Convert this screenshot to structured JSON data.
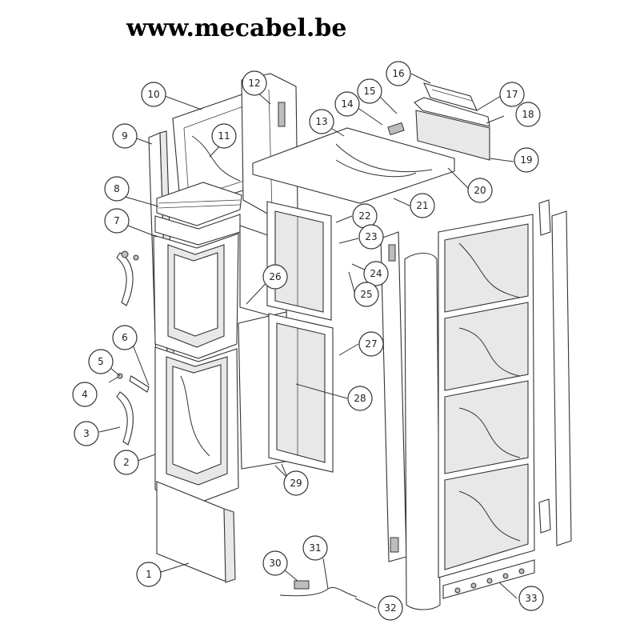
{
  "header": {
    "site_url": "www.mecabel.be"
  },
  "callouts": [
    {
      "id": "1",
      "label": "1"
    },
    {
      "id": "2",
      "label": "2"
    },
    {
      "id": "3",
      "label": "3"
    },
    {
      "id": "4",
      "label": "4"
    },
    {
      "id": "5",
      "label": "5"
    },
    {
      "id": "6",
      "label": "6"
    },
    {
      "id": "7",
      "label": "7"
    },
    {
      "id": "8",
      "label": "8"
    },
    {
      "id": "9",
      "label": "9"
    },
    {
      "id": "10",
      "label": "10"
    },
    {
      "id": "11",
      "label": "11"
    },
    {
      "id": "12",
      "label": "12"
    },
    {
      "id": "13",
      "label": "13"
    },
    {
      "id": "14",
      "label": "14"
    },
    {
      "id": "15",
      "label": "15"
    },
    {
      "id": "16",
      "label": "16"
    },
    {
      "id": "17",
      "label": "17"
    },
    {
      "id": "18",
      "label": "18"
    },
    {
      "id": "19",
      "label": "19"
    },
    {
      "id": "20",
      "label": "20"
    },
    {
      "id": "21",
      "label": "21"
    },
    {
      "id": "22",
      "label": "22"
    },
    {
      "id": "23",
      "label": "23"
    },
    {
      "id": "24",
      "label": "24"
    },
    {
      "id": "25",
      "label": "25"
    },
    {
      "id": "26",
      "label": "26"
    },
    {
      "id": "27",
      "label": "27"
    },
    {
      "id": "28",
      "label": "28"
    },
    {
      "id": "29",
      "label": "29"
    },
    {
      "id": "30",
      "label": "30"
    },
    {
      "id": "31",
      "label": "31"
    },
    {
      "id": "32",
      "label": "32"
    },
    {
      "id": "33",
      "label": "33"
    }
  ]
}
